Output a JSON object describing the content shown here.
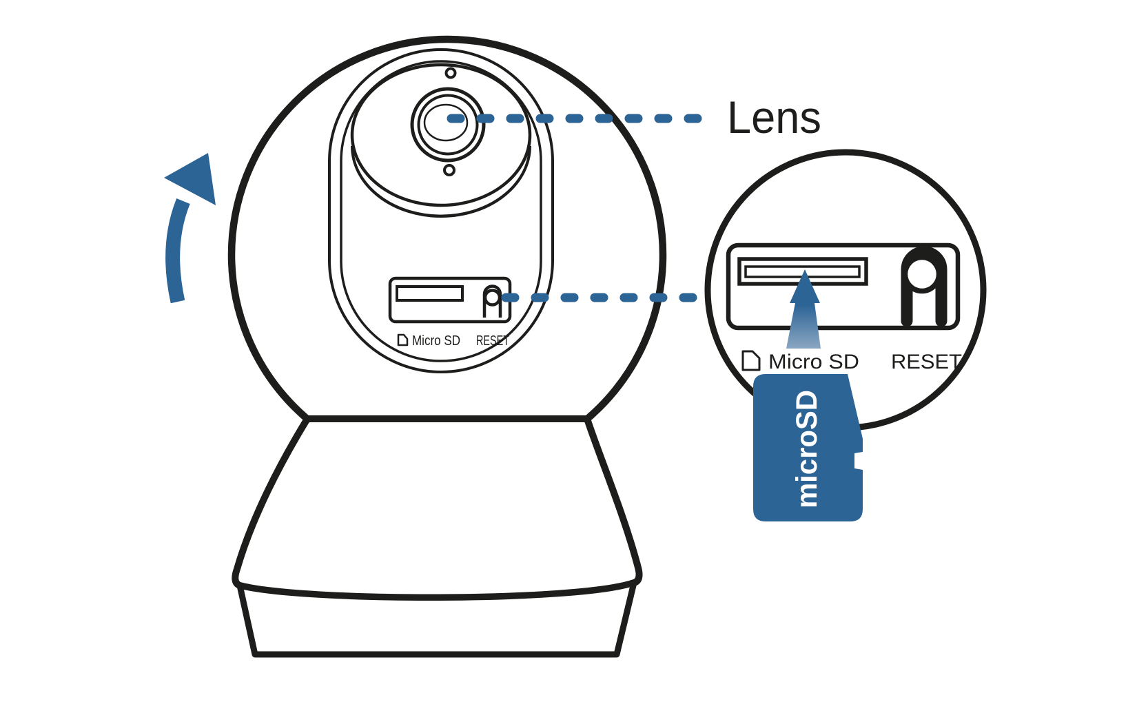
{
  "figure": {
    "title_label": "Lens",
    "camera": {
      "micro_sd_label": "Micro SD",
      "reset_label": "RESET"
    },
    "callout": {
      "micro_sd_label": "Micro SD",
      "reset_label": "RESET",
      "card_label": "microSD"
    },
    "colors": {
      "accent_blue": "#2d6496",
      "arrow_fade_blue": "#8aa7c2",
      "ink": "#1d1d1b",
      "background": "#ffffff"
    },
    "icons": {
      "camera_sd_icon": "sd-card-icon",
      "camera_reset_icon": "reset-pinhole-icon",
      "callout_sd_icon": "sd-card-icon",
      "callout_reset_icon": "reset-pinhole-icon",
      "rotation_icon": "rotate-up-arrow-icon",
      "insert_icon": "insert-up-arrow-icon"
    }
  }
}
